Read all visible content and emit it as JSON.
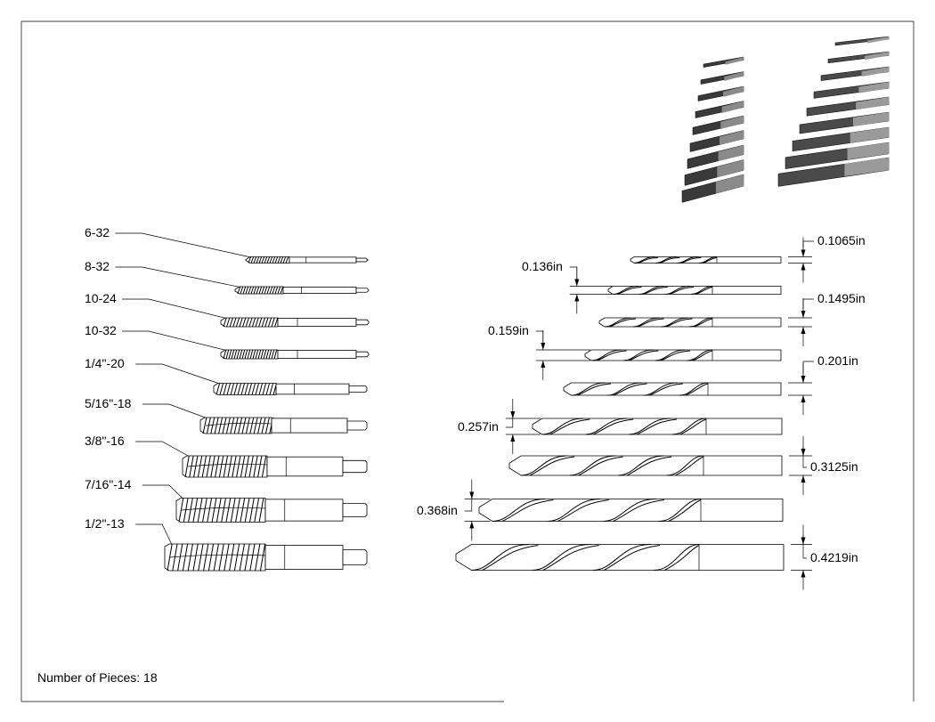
{
  "taps": [
    {
      "label": "6-32"
    },
    {
      "label": "8-32"
    },
    {
      "label": "10-24"
    },
    {
      "label": "10-32"
    },
    {
      "label": "1/4\"-20"
    },
    {
      "label": "5/16\"-18"
    },
    {
      "label": "3/8\"-16"
    },
    {
      "label": "7/16\"-14"
    },
    {
      "label": "1/2\"-13"
    }
  ],
  "drills": [
    {
      "dimension": "0.1065in"
    },
    {
      "dimension": "0.136in"
    },
    {
      "dimension": "0.1495in"
    },
    {
      "dimension": "0.159in"
    },
    {
      "dimension": "0.201in"
    },
    {
      "dimension": "0.257in"
    },
    {
      "dimension": "0.3125in"
    },
    {
      "dimension": "0.368in"
    },
    {
      "dimension": "0.4219in"
    }
  ],
  "footer": {
    "pieces": "Number of Pieces: 18"
  }
}
